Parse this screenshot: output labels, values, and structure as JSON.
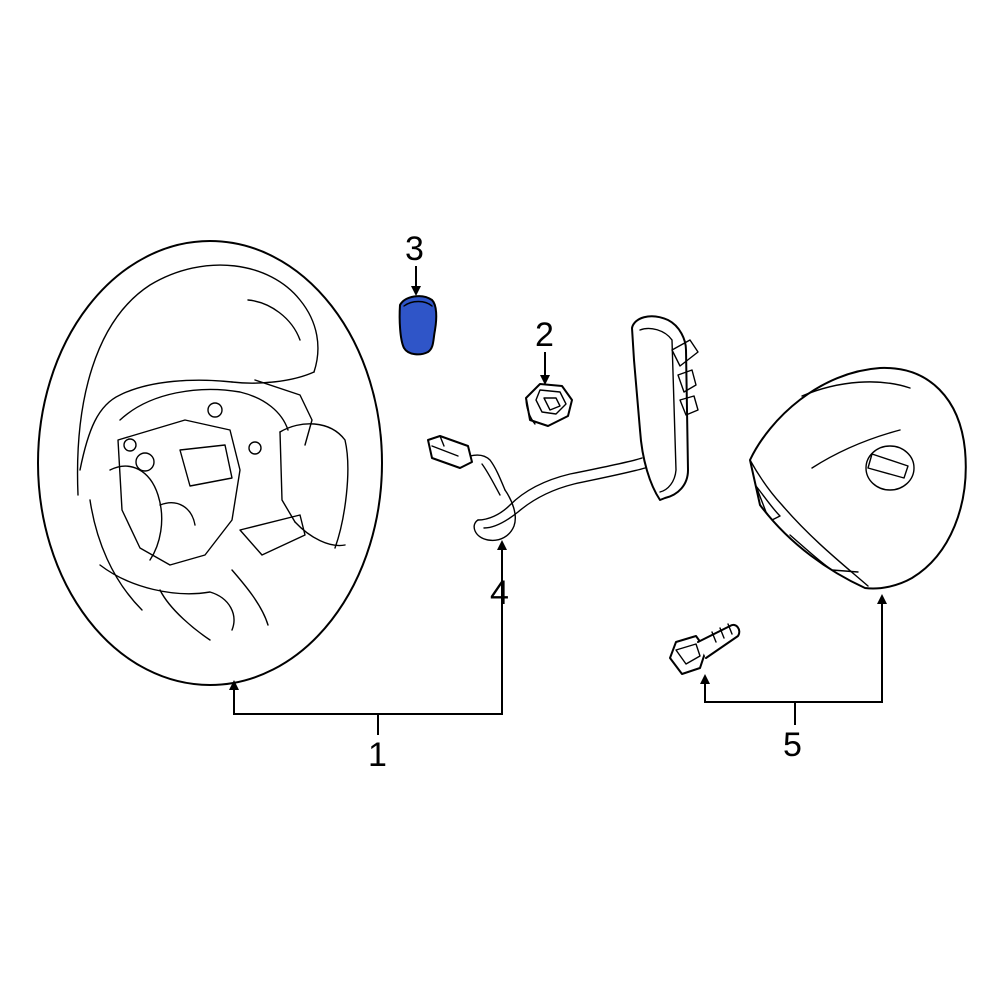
{
  "diagram": {
    "highlight_color": "#2f55c8",
    "line_color": "#000000",
    "background": "#ffffff",
    "callouts": {
      "c1": "1",
      "c2": "2",
      "c3": "3",
      "c4": "4",
      "c5": "5"
    }
  }
}
